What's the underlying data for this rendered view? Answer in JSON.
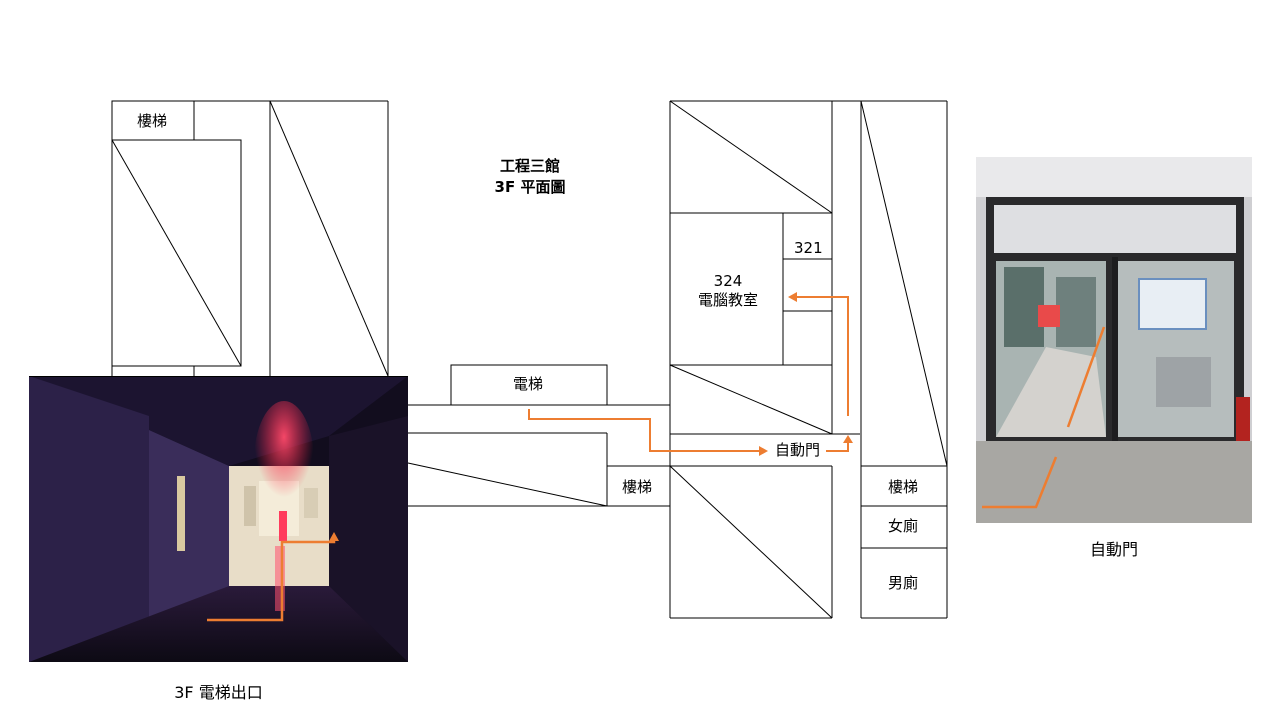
{
  "title": {
    "line1": "工程三館",
    "line2": "3F 平面圖"
  },
  "labels": {
    "stairs_top_left": "樓梯",
    "elevator": "電梯",
    "stairs_middle": "樓梯",
    "room_321": "321",
    "room_324_number": "324",
    "room_324_name": "電腦教室",
    "auto_door": "自動門",
    "stairs_right": "樓梯",
    "womens_restroom": "女廁",
    "mens_restroom": "男廁"
  },
  "photos": {
    "left_caption": "3F 電梯出口",
    "right_caption": "自動門"
  },
  "colors": {
    "route": "#ED7D31",
    "line": "#000000"
  }
}
